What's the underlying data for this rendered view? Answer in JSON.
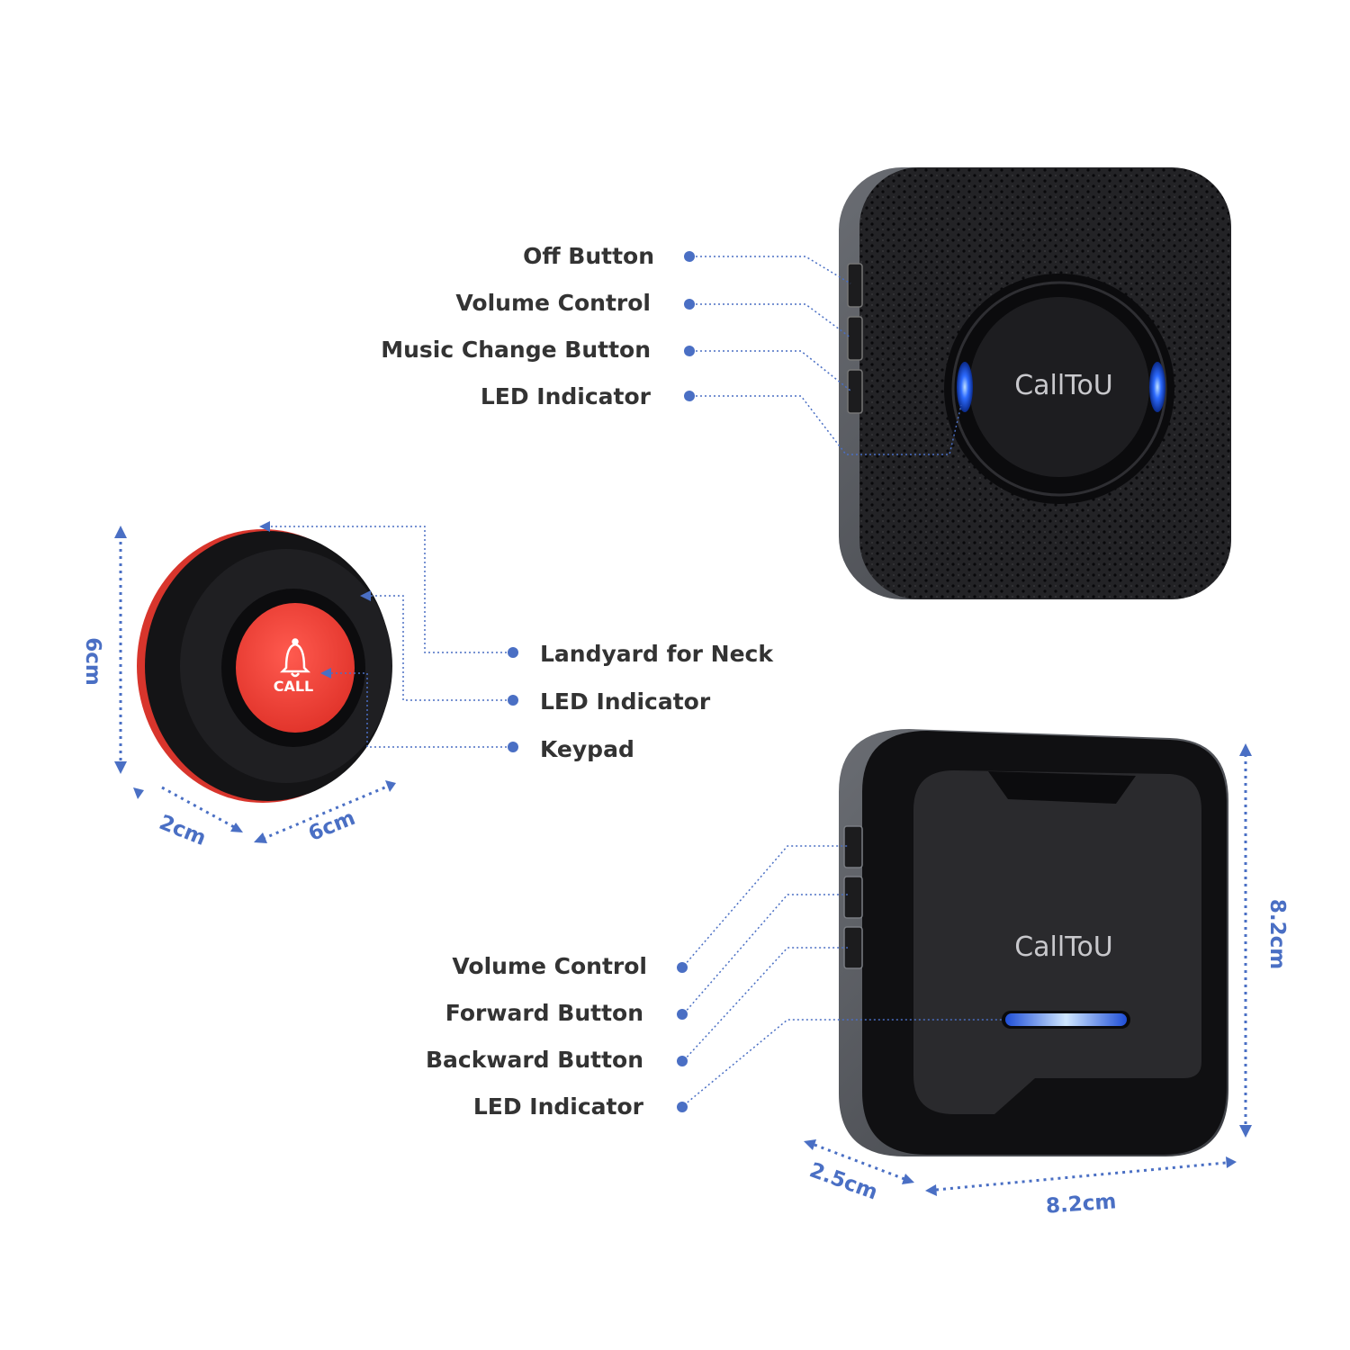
{
  "colors": {
    "accent": "#4a6fc4",
    "label_text": "#333333",
    "device_body": "#1e1e20",
    "device_frame": "#5a5d63",
    "led_blue": "#2d6bff",
    "call_red": "#f0413a"
  },
  "icons": {
    "bell": "bell-icon"
  },
  "receiver_top": {
    "brand": "CallToU",
    "labels": {
      "off_button": "Off Button",
      "volume_control": "Volume Control",
      "music_change_button": "Music Change Button",
      "led_indicator": "LED Indicator"
    }
  },
  "call_button": {
    "text": "CALL",
    "labels": {
      "landyard": "Landyard for Neck",
      "led_indicator": "LED Indicator",
      "keypad": "Keypad"
    },
    "dims": {
      "height": "6cm",
      "depth": "2cm",
      "width": "6cm"
    }
  },
  "receiver_bottom": {
    "brand": "CallToU",
    "labels": {
      "volume_control": "Volume Control",
      "forward_button": "Forward Button",
      "backward_button": "Backward Button",
      "led_indicator": "LED Indicator"
    },
    "dims": {
      "height": "8.2cm",
      "depth": "2.5cm",
      "width": "8.2cm"
    }
  }
}
